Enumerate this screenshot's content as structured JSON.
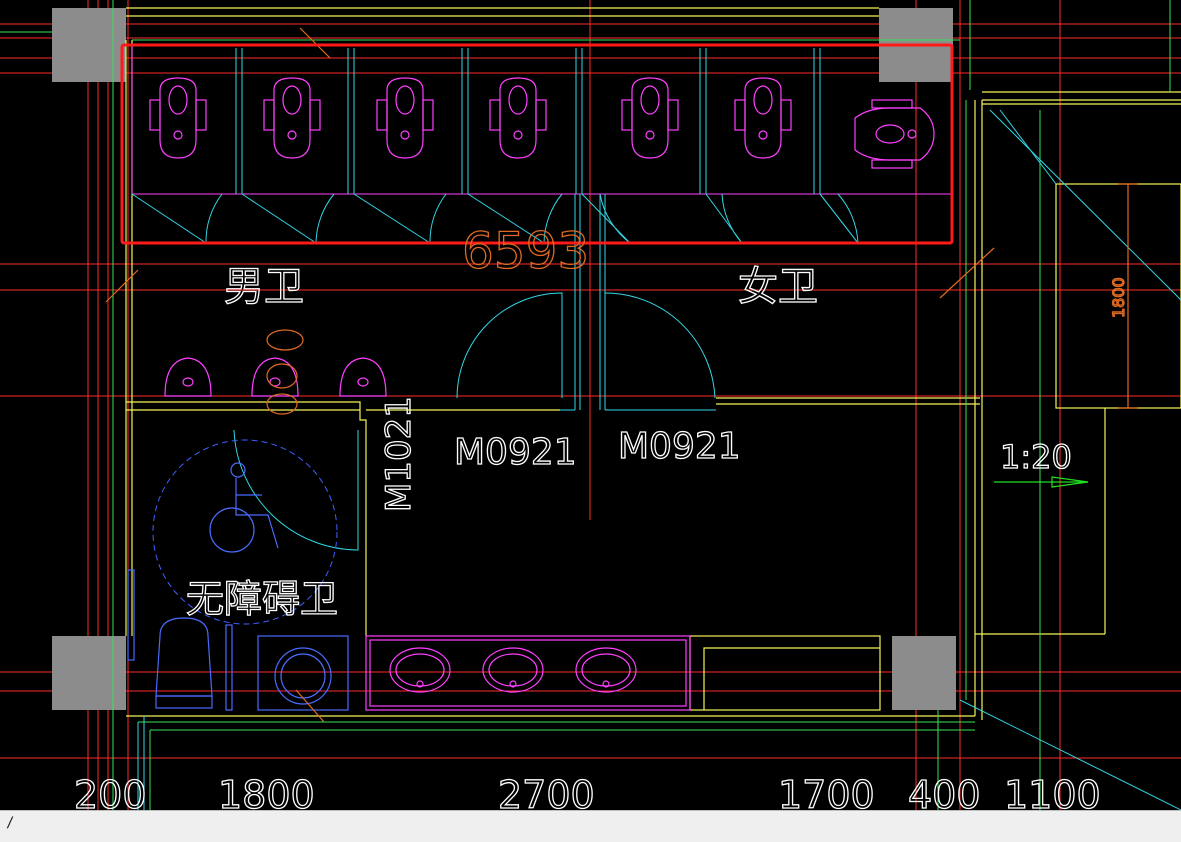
{
  "drawing": {
    "room_labels": {
      "mens": "男卫",
      "womens": "女卫",
      "accessible": "无障碍卫"
    },
    "door_labels": {
      "door_left": "M0921",
      "door_right": "M0921",
      "accessible_door": "M1021"
    },
    "dimensions": {
      "overall_width": "6593",
      "side_height": "1800",
      "scale": "1:20",
      "bottom": [
        "200",
        "1800",
        "2700",
        "1700",
        "400",
        "1100"
      ]
    },
    "colors": {
      "grid_axis": "#ff2a2a",
      "fixtures": "#ff40ff",
      "walls_cyan": "#31d7e6",
      "walls_yellow": "#f4f35a",
      "walls_green": "#33e45a",
      "column_fill": "#8c8c8c",
      "highlight_box": "#ff1a1a",
      "dimension_orange": "#e06a22",
      "text_white": "#ffffff",
      "scale_arrow": "#20e020"
    },
    "status_bar_glyph": "/"
  }
}
